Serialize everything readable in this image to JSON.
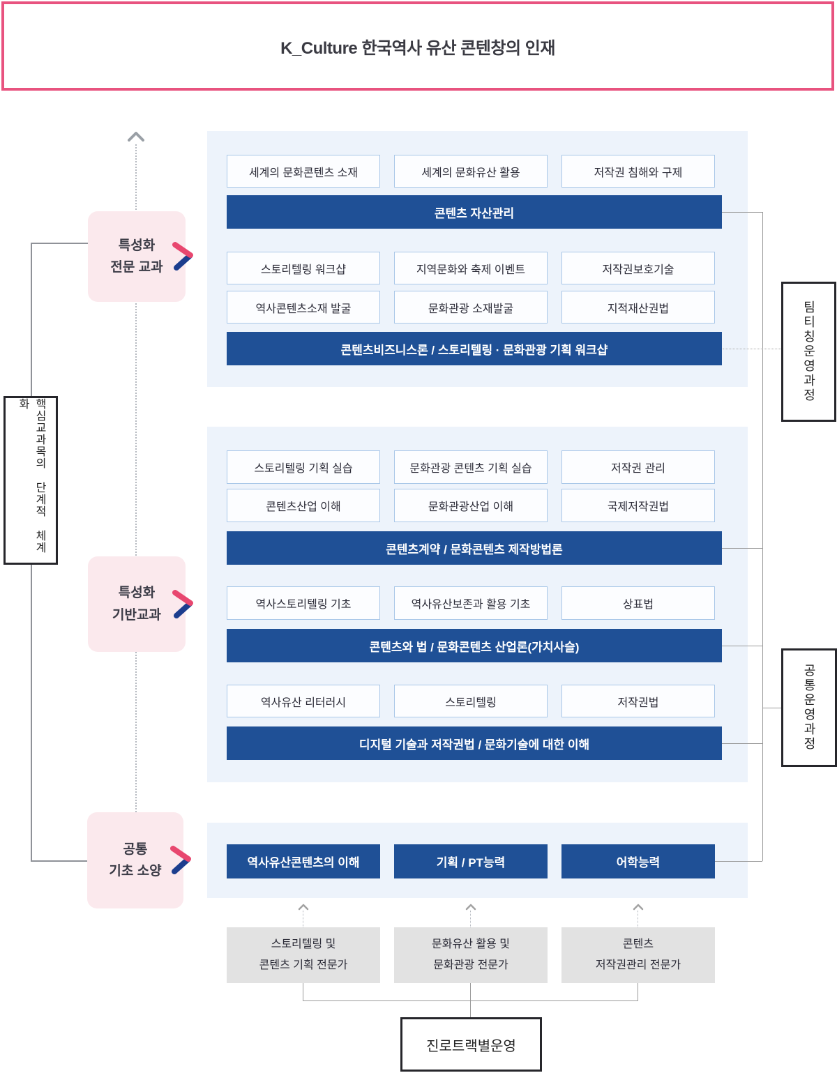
{
  "header": {
    "title": "K_Culture 한국역사 유산 콘텐창의 인재"
  },
  "side_labels": {
    "left_axis": "핵심교과목의 단계적 체계화",
    "team_teaching": "팀티칭운영과정",
    "common_operation": "공통운영과정"
  },
  "programs": {
    "advanced": {
      "category": {
        "line1": "특성화",
        "line2": "전문 교과"
      },
      "row1": [
        "세계의 문화콘텐츠 소재",
        "세계의 문화유산 활용",
        "저작권 침해와 구제"
      ],
      "core1": "콘텐츠 자산관리",
      "row2": [
        "스토리텔링 워크샵",
        "지역문화와 축제 이벤트",
        "저작권보호기술"
      ],
      "row3": [
        "역사콘텐츠소재 발굴",
        "문화관광 소재발굴",
        "지적재산권법"
      ],
      "core2": "콘텐츠비즈니스론 / 스토리텔링 · 문화관광 기획 워크샵"
    },
    "foundation": {
      "category": {
        "line1": "특성화",
        "line2": "기반교과"
      },
      "row1": [
        "스토리텔링 기획 실습",
        "문화관광 콘텐츠 기획 실습",
        "저작권 관리"
      ],
      "row2": [
        "콘텐츠산업 이해",
        "문화관광산업 이해",
        "국제저작권법"
      ],
      "core1": "콘텐츠계약 / 문화콘텐츠 제작방법론",
      "row3": [
        "역사스토리텔링 기초",
        "역사유산보존과 활용 기초",
        "상표법"
      ],
      "core2": "콘텐츠와 법 / 문화콘텐츠 산업론(가치사슬)",
      "row4": [
        "역사유산 리터러시",
        "스토리텔링",
        "저작권법"
      ],
      "core3": "디지털 기술과 저작권법 / 문화기술에 대한 이해"
    },
    "basic": {
      "category": {
        "line1": "공통",
        "line2": "기초 소양"
      },
      "competencies": [
        "역사유산콘텐츠의 이해",
        "기획 / PT능력",
        "어학능력"
      ]
    }
  },
  "careers": {
    "tracks": [
      {
        "line1": "스토리텔링 및",
        "line2": "콘텐츠 기획 전문가"
      },
      {
        "line1": "문화유산 활용 및",
        "line2": "문화관광 전문가"
      },
      {
        "line1": "콘텐츠",
        "line2": "저작권관리 전문가"
      }
    ],
    "operation": "진로트랙별운영"
  },
  "colors": {
    "accent_pink": "#E8537F",
    "banner_blue": "#1F5096",
    "panel_blue": "#EDF3FB",
    "course_border_blue": "#A9C7E8",
    "category_pink_bg": "#FBE9ED",
    "chevron_pink": "#E8476F",
    "chevron_navy": "#1C3E8E",
    "career_gray_bg": "#E2E2E2"
  }
}
